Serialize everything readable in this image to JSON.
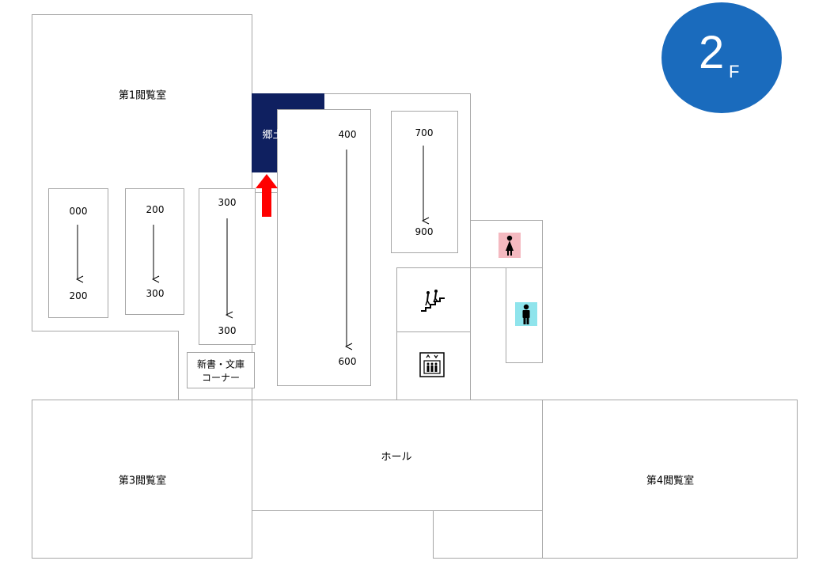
{
  "floor": {
    "number": "2",
    "unit": "F",
    "color": "#1a6bbd"
  },
  "rooms": {
    "reading_room_1": "第1閲覧室",
    "reading_room_3": "第3閲覧室",
    "reading_room_4": "第4閲覧室",
    "local_materials": "郷土資料室",
    "hall": "ホール",
    "shinsho_bunko": [
      "新書・文庫",
      "コーナー"
    ]
  },
  "shelves": [
    {
      "from": "000",
      "to": "200"
    },
    {
      "from": "200",
      "to": "300"
    },
    {
      "from": "300",
      "to": "300"
    },
    {
      "from": "400",
      "to": "600"
    },
    {
      "from": "700",
      "to": "900"
    }
  ],
  "icons": {
    "womens_restroom": "womens-restroom-icon",
    "mens_restroom": "mens-restroom-icon",
    "stairs": "stairs-icon",
    "elevator": "elevator-icon",
    "marker": "red-up-arrow-icon"
  },
  "colors": {
    "highlight_room": "#0f2060",
    "marker": "#ff0000",
    "womens": "#f4b9c0",
    "mens": "#8fe4ec"
  }
}
